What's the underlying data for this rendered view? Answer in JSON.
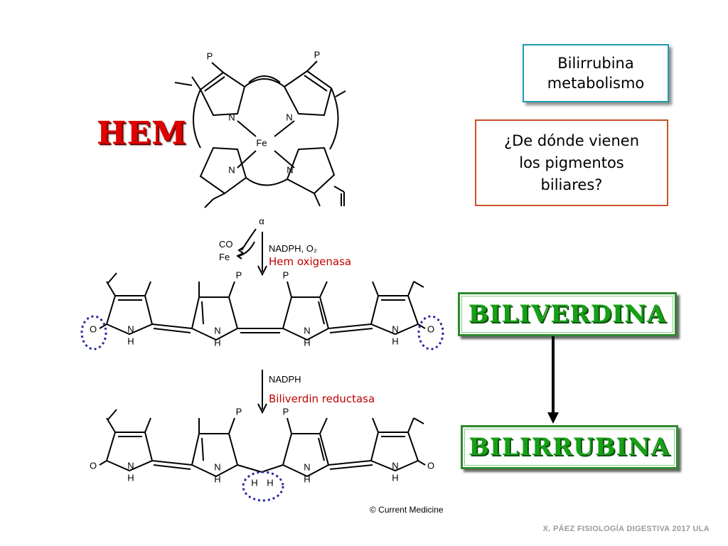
{
  "hem_title": "HEM",
  "topic_box": {
    "line1": "Bilirrubina",
    "line2": "metabolismo"
  },
  "question_box": {
    "line1": "¿De dónde vienen",
    "line2": "los pigmentos",
    "line3": "biliares?"
  },
  "hem_structure": {
    "pyrrole_substituent": "P",
    "center_metal": "Fe",
    "nitrogen": "N",
    "alpha": "α"
  },
  "step1": {
    "byproduct1": "CO",
    "byproduct2": "Fe",
    "cofactors": "NADPH, O₂",
    "enzyme": "Hem oxigenasa"
  },
  "step2": {
    "cofactor": "NADPH",
    "enzyme": "Biliverdin reductasa"
  },
  "tetrapyrrole_atoms": {
    "oxygen": "O",
    "nitrogen": "N",
    "hydrogen": "H",
    "substituent": "P",
    "bridge_h": "H"
  },
  "products": {
    "biliverdina": "BILIVERDINA",
    "bilirrubina": "BILIRRUBINA"
  },
  "copyright": "© Current Medicine",
  "footer": "X. PÁEZ   FISIOLOGÍA DIGESTIVA 2017 ULA",
  "colors": {
    "hem_title": "#e00000",
    "enzyme_text": "#c00000",
    "product_green": "#16a016",
    "highlight_circle": "#2a2aa0",
    "topic_border": "#1e9bb0",
    "question_border": "#c9512a"
  }
}
